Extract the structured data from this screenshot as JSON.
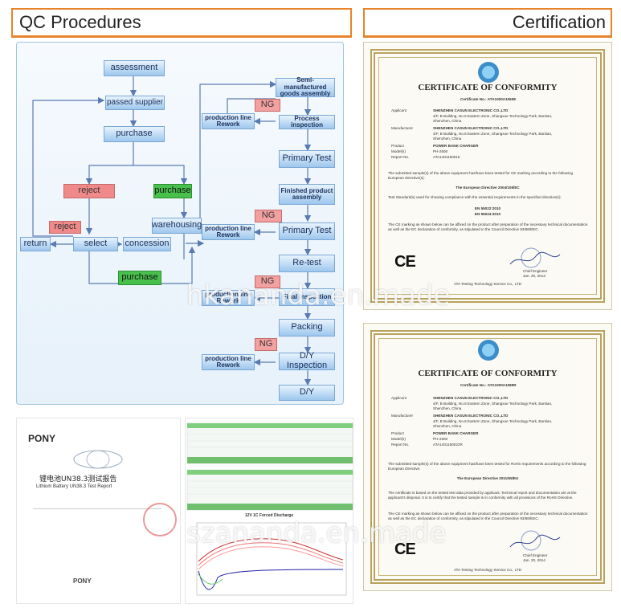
{
  "headers": {
    "qc": "QC Procedures",
    "cert": "Certification"
  },
  "flowchart": {
    "nodes": {
      "assessment": "assessment",
      "passed_supplier": "passed supplier",
      "purchase_top": "purchase",
      "reject_mid": "reject",
      "purchase_green": "purchase",
      "warehousing": "warehousing",
      "reject_small": "reject",
      "return": "return",
      "select": "select",
      "concession": "concession",
      "purchase_bottom": "purchase",
      "semi": "Semi-manufactured goods assembly",
      "ng1": "NG",
      "rework1": "production line Rework",
      "process_inspection": "Process inspection",
      "primary_test1": "Primary Test",
      "finished": "Finished product assembly",
      "ng2": "NG",
      "rework2": "production line Rework",
      "primary_test2": "Primary Test",
      "retest": "Re-test",
      "ng3": "NG",
      "rework3": "production line Rework",
      "final_inspection": "Final inspection",
      "packing": "Packing",
      "ng4": "NG",
      "rework4": "production line Rework",
      "dy_inspection": "D/Y Inspection",
      "dy": "D/Y"
    }
  },
  "certificates": [
    {
      "title": "CERTIFICATE OF CONFORMITY",
      "cert_no": "Certificate No.: ATA1000A1060E",
      "applicant_label": "Applicant",
      "applicant": "SHENZHEN CASUN ELECTRONIC CO.,LTD",
      "applicant_addr": "4/F, B Building, No.6 Eastern Zone, Shangxue Technology Park, Bantian, Shenzhen, China",
      "manufacturer_label": "Manufacturer",
      "manufacturer": "SHENZHEN CASUN ELECTRONIC CO.,LTD",
      "product_label": "Product",
      "product": "POWER BANK CHARGER",
      "model_label": "Model(s)",
      "model": "PH-2600",
      "report_label": "Report No.",
      "report": "ATA1401160015",
      "intro": "The submitted sample(s) of the above equipment has/have been tested for CE marking according to the following European Directive(s):",
      "directive": "The European Directive 2004/108/EC",
      "standards_intro": "Test Standard(s) used for showing compliance with the essential requirements in the specified directive(s):",
      "std1": "EN 55022:2010",
      "std2": "EN 55024:2010",
      "closing": "The CE marking as shown below can be affixed on the product after preparation of the necessary technical documentation as well as the EC declaration of conformity, as stipulated in the Council Directive 93/68/EEC.",
      "ce": "CE",
      "engineer": "Chief Engineer",
      "date": "Jan. 20, 2014",
      "footer": "ATA Testing Technology Service Co., LTD"
    },
    {
      "title": "CERTIFICATE OF CONFORMITY",
      "cert_no": "Certificate No.: ATA1000A1089R",
      "applicant_label": "Applicant",
      "applicant": "SHENZHEN CASUN ELECTRONIC CO.,LTD",
      "applicant_addr": "4/F, B Building, No.6 Eastern Zone, Shangxue Technology Park, Bantian, Shenzhen, China",
      "manufacturer_label": "Manufacturer",
      "manufacturer": "SHENZHEN CASUN ELECTRONIC CO.,LTD",
      "product_label": "Product",
      "product": "POWER BANK CHARGER",
      "model_label": "Model(s)",
      "model": "PH-2600",
      "report_label": "Report No.",
      "report": "ATA1401160022R",
      "intro": "The submitted sample(s) of the above equipment has/have been tested for RoHS requirements according to the following European Directive:",
      "directive": "The European Directive 2011/65/EU",
      "standards_intro": "The certificate is based on the tested test data provided by applicant. Technical report and documentation are at the applicant's disposal. It is to certify that the tested sample is in conformity with all provisions of the RoHS Directive.",
      "std1": "",
      "std2": "",
      "closing": "The CE marking as shown below can be affixed on the product after preparation of the necessary technical documentation as well as the EC declaration of conformity, as stipulated in the Council Directive 93/68/EEC.",
      "ce": "CE",
      "engineer": "Chief Engineer",
      "date": "Jan. 20, 2014",
      "footer": "ATA Testing Technology Service Co., LTD"
    }
  ],
  "un_report": {
    "brand": "PONY",
    "title_cn": "锂电池UN38.3测试报告",
    "title_en": "Lithium Battery UN38.3 Test Report"
  },
  "discharge_chart": {
    "title": "12V 1C Forced Discharge"
  },
  "watermarks": {
    "top": "hkananda.en.made",
    "bottom": "szananda.en.made"
  }
}
